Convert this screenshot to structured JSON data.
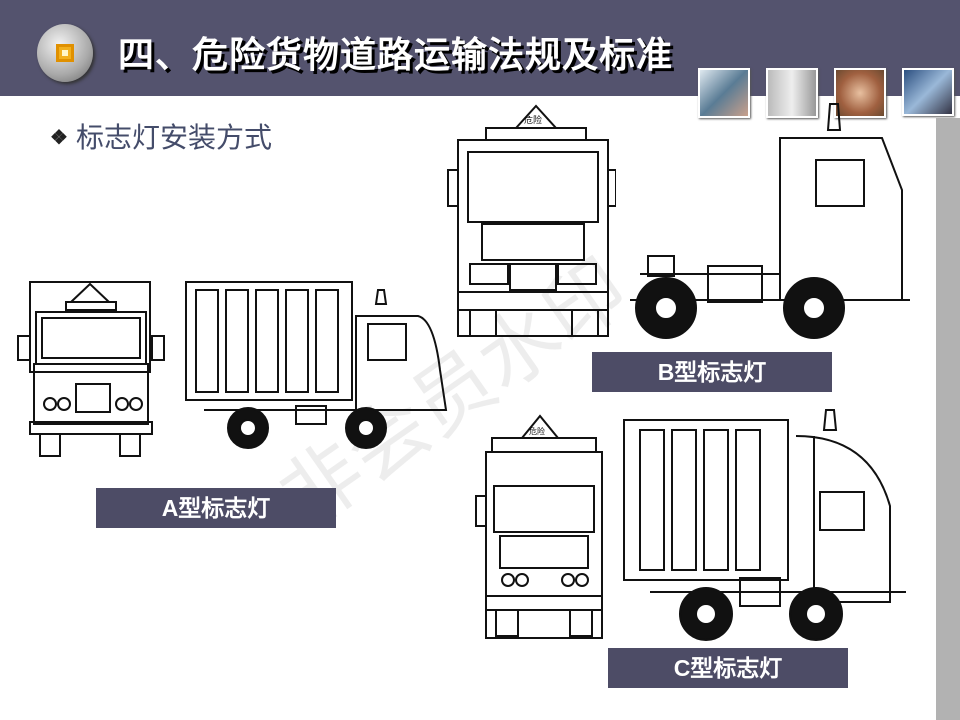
{
  "header": {
    "title": "四、危险货物道路运输法规及标准"
  },
  "bullet": {
    "symbol": "❖",
    "text": "标志灯安装方式"
  },
  "labels": {
    "a": "A型标志灯",
    "b": "B型标志灯",
    "c": "C型标志灯"
  },
  "sign_text": "危险",
  "watermark": "非会员水印",
  "colors": {
    "header": "#54536e",
    "label_bg": "#4d4c66",
    "sidebar": "#b2b2b2"
  }
}
